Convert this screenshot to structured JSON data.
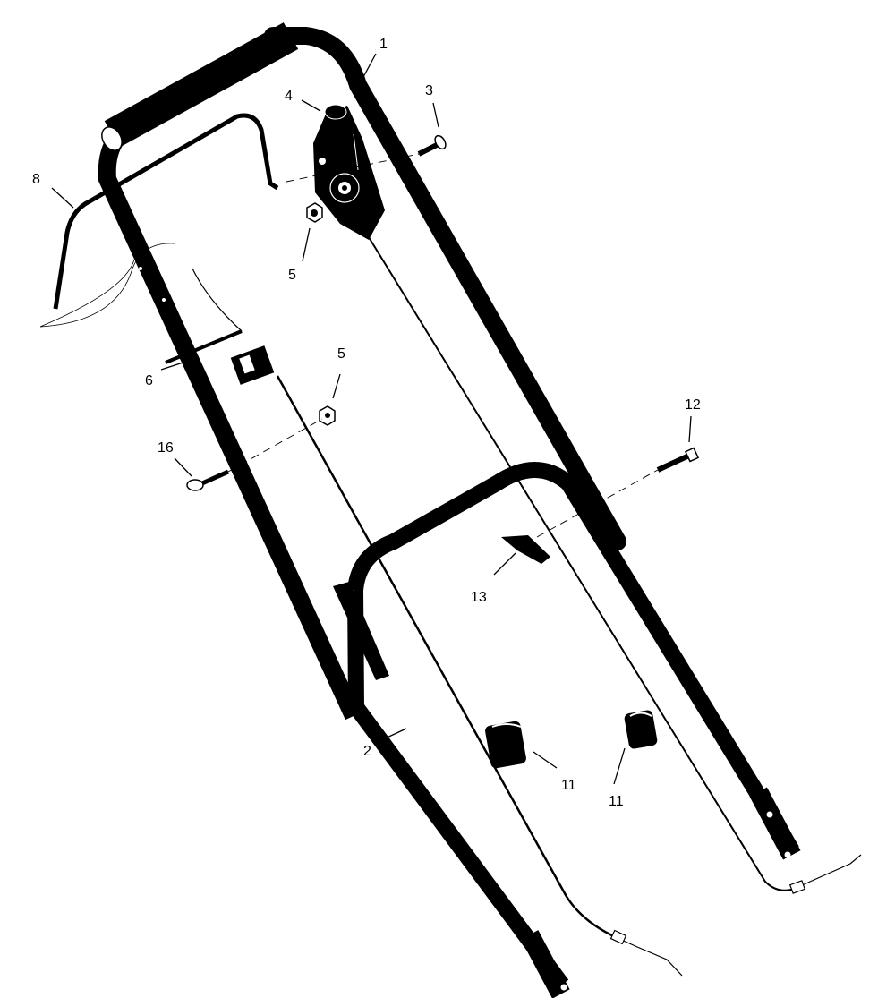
{
  "diagram": {
    "callouts": {
      "upper_handle": "1",
      "lower_handle": "2",
      "bolt_top": "3",
      "throttle_control": "4",
      "nut_upper": "5",
      "nut_lower": "5",
      "cable_tie": "6",
      "control_bail": "8",
      "cable_guide_left": "11",
      "cable_guide_right": "11",
      "bolt_middle": "12",
      "wing_knob": "13",
      "eye_bolt": "16"
    },
    "colors": {
      "ink": "#000000",
      "paper": "#ffffff"
    }
  }
}
